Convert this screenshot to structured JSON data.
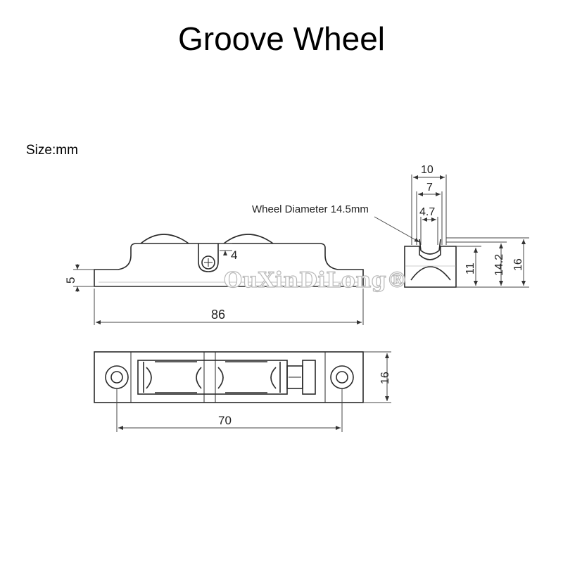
{
  "title": "Groove Wheel",
  "units_label": "Size:mm",
  "watermark": "OuXinDiLong®",
  "callout": "Wheel Diameter 14.5mm",
  "side_view": {
    "height_dim": "5",
    "slot_dim": "4",
    "length_dim": "86"
  },
  "end_view": {
    "width_outer": "10",
    "width_mid": "7",
    "width_inner": "4.7",
    "height_11": "11",
    "height_142": "14.2",
    "height_16": "16"
  },
  "top_view": {
    "hole_spacing": "70",
    "width_dim": "16"
  },
  "colors": {
    "line": "#2a2a2a",
    "dim_line": "#444444"
  }
}
